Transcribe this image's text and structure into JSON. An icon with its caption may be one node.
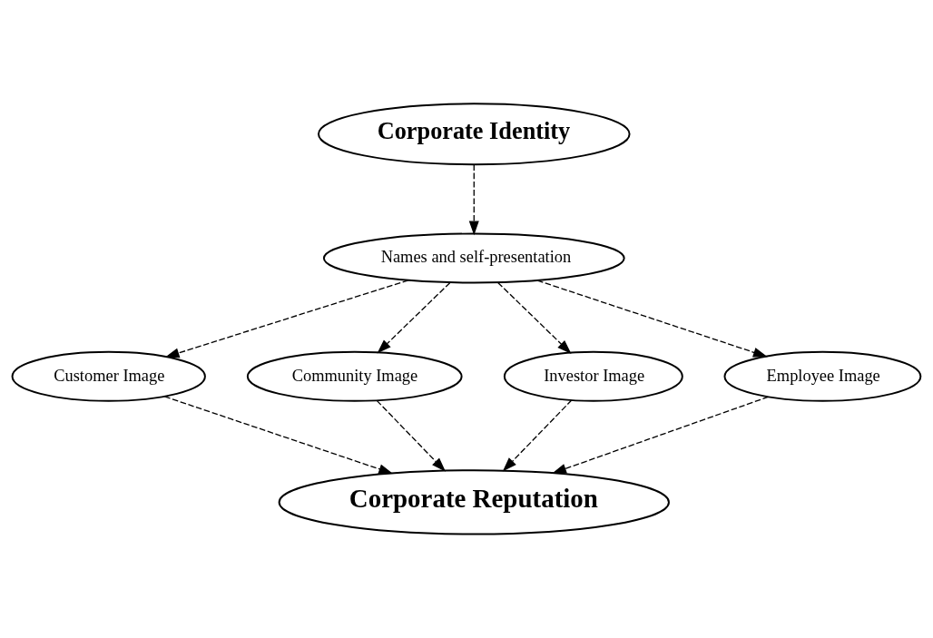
{
  "diagram": {
    "nodes": [
      {
        "text": [
          "Corporate Identity"
        ]
      },
      {
        "text": [
          "Names and self-presentation"
        ]
      },
      {
        "text": [
          "Customer Image"
        ]
      },
      {
        "text": [
          "Community Image"
        ]
      },
      {
        "text": [
          "Investor Image"
        ]
      },
      {
        "text": [
          "Employee Image"
        ]
      },
      {
        "text": [
          "Corporate Reputation"
        ]
      }
    ],
    "edges": [
      {
        "from": 0,
        "to": 1,
        "arrow": "to",
        "style": "dashed"
      },
      {
        "from": 1,
        "to": 2,
        "arrow": "to",
        "style": "dashed"
      },
      {
        "from": 1,
        "to": 3,
        "arrow": "to",
        "style": "dashed"
      },
      {
        "from": 1,
        "to": 4,
        "arrow": "to",
        "style": "dashed"
      },
      {
        "from": 1,
        "to": 5,
        "arrow": "to",
        "style": "dashed"
      },
      {
        "from": 2,
        "to": 6,
        "arrow": "to",
        "style": "dashed"
      },
      {
        "from": 3,
        "to": 6,
        "arrow": "to",
        "style": "dashed"
      },
      {
        "from": 4,
        "to": 6,
        "arrow": "to",
        "style": "dashed"
      },
      {
        "from": 5,
        "to": 6,
        "arrow": "to",
        "style": "dashed"
      }
    ]
  }
}
